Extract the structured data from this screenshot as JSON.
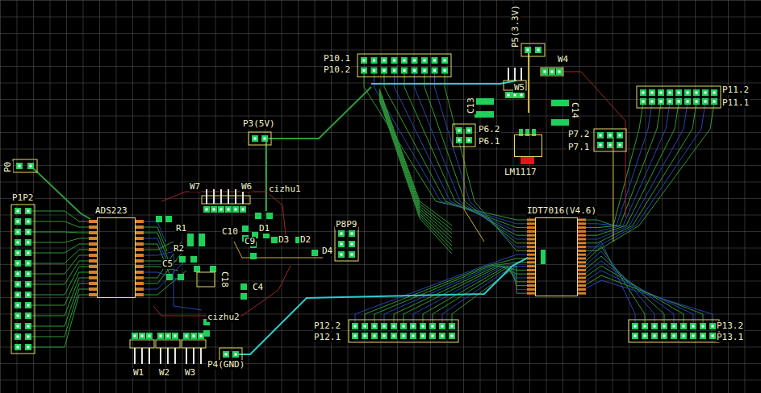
{
  "diagram": {
    "nodes": [
      {
        "text": [
          "ADS223"
        ]
      },
      {
        "text": [
          "LM1117"
        ]
      },
      {
        "text": [
          "IDT7016(V4.6)"
        ]
      }
    ],
    "labels": [
      "P0",
      "P1P2",
      "W1",
      "W2",
      "W3",
      "P4(GND)",
      "W7",
      "W6",
      "cizhu1",
      "R1",
      "R2",
      "C5",
      "C10",
      "D1",
      "C9",
      "D3",
      "D2",
      "D4",
      "C4",
      "C18",
      "cizhu2",
      "P3(5V)",
      "P8P9",
      "P10.1",
      "P10.2",
      "P5(3.3V)",
      "W4",
      "W5",
      "C13",
      "C14",
      "P6.2",
      "P6.1",
      "P7.2",
      "P7.1",
      "P11.2",
      "P11.1",
      "P12.2",
      "P12.1",
      "P13.2",
      "P13.1"
    ]
  }
}
